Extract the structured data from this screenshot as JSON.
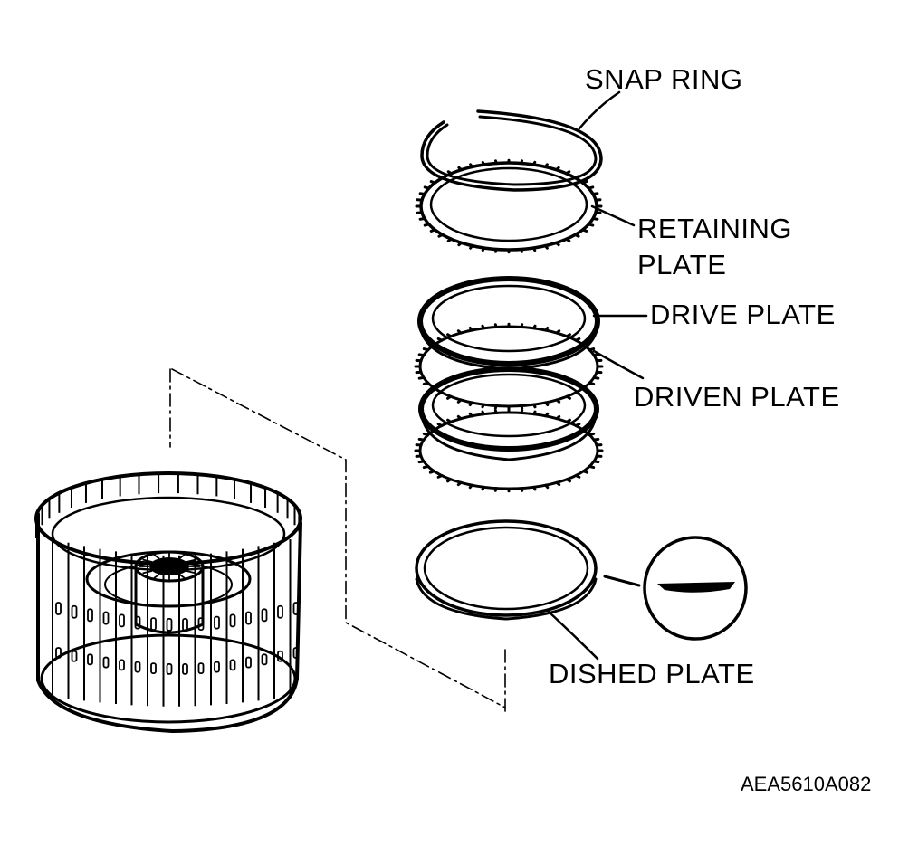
{
  "diagram": {
    "labels": {
      "snap_ring": "SNAP RING",
      "retaining_plate_line1": "RETAINING",
      "retaining_plate_line2": "PLATE",
      "drive_plate": "DRIVE PLATE",
      "driven_plate": "DRIVEN PLATE",
      "dished_plate": "DISHED PLATE"
    },
    "figure_code": "AEA5610A082",
    "colors": {
      "ink": "#000000",
      "background": "#ffffff"
    }
  }
}
